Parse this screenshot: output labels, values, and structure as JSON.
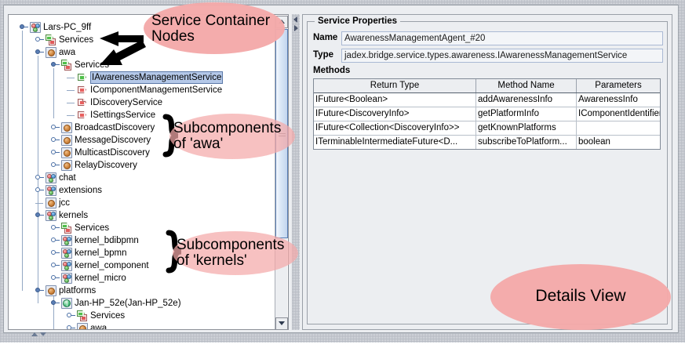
{
  "window": {
    "left_panel_name": "component-tree",
    "right_panel_name": "service-properties"
  },
  "tree": {
    "nodes": [
      {
        "label": "Lars-PC_9ff",
        "depth": 0,
        "icon": "platform-multiball-icon",
        "handle": "expanded",
        "selected": false
      },
      {
        "label": "Services",
        "depth": 1,
        "icon": "services-container-icon",
        "handle": "collapsed",
        "selected": false
      },
      {
        "label": "awa",
        "depth": 1,
        "icon": "component-sphere-icon",
        "handle": "expanded",
        "selected": false
      },
      {
        "label": "Services",
        "depth": 2,
        "icon": "services-container-icon",
        "handle": "expanded",
        "selected": false
      },
      {
        "label": "IAwarenessManagementService",
        "depth": 3,
        "icon": "service-interface-green-icon",
        "handle": "leaf",
        "selected": true
      },
      {
        "label": "IComponentManagementService",
        "depth": 3,
        "icon": "service-interface-red-icon",
        "handle": "leaf",
        "selected": false
      },
      {
        "label": "IDiscoveryService",
        "depth": 3,
        "icon": "service-interface-red-fold-icon",
        "handle": "leaf",
        "selected": false
      },
      {
        "label": "ISettingsService",
        "depth": 3,
        "icon": "service-interface-red-icon",
        "handle": "leaf",
        "selected": false
      },
      {
        "label": "BroadcastDiscovery",
        "depth": 2,
        "icon": "component-sphere-icon",
        "handle": "collapsed",
        "selected": false
      },
      {
        "label": "MessageDiscovery",
        "depth": 2,
        "icon": "component-sphere-icon",
        "handle": "collapsed",
        "selected": false
      },
      {
        "label": "MulticastDiscovery",
        "depth": 2,
        "icon": "component-sphere-icon",
        "handle": "collapsed",
        "selected": false
      },
      {
        "label": "RelayDiscovery",
        "depth": 2,
        "icon": "component-sphere-icon",
        "handle": "collapsed",
        "selected": false
      },
      {
        "label": "chat",
        "depth": 1,
        "icon": "platform-multiball-icon",
        "handle": "collapsed",
        "selected": false
      },
      {
        "label": "extensions",
        "depth": 1,
        "icon": "platform-multiball-icon",
        "handle": "collapsed",
        "selected": false
      },
      {
        "label": "jcc",
        "depth": 1,
        "icon": "component-sphere-icon",
        "handle": "leaf",
        "selected": false
      },
      {
        "label": "kernels",
        "depth": 1,
        "icon": "platform-multiball-icon",
        "handle": "expanded",
        "selected": false
      },
      {
        "label": "Services",
        "depth": 2,
        "icon": "services-container-icon",
        "handle": "collapsed",
        "selected": false
      },
      {
        "label": "kernel_bdibpmn",
        "depth": 2,
        "icon": "platform-multiball-icon",
        "handle": "collapsed",
        "selected": false
      },
      {
        "label": "kernel_bpmn",
        "depth": 2,
        "icon": "platform-multiball-icon",
        "handle": "collapsed",
        "selected": false
      },
      {
        "label": "kernel_component",
        "depth": 2,
        "icon": "platform-multiball-icon",
        "handle": "collapsed",
        "selected": false
      },
      {
        "label": "kernel_micro",
        "depth": 2,
        "icon": "platform-multiball-icon",
        "handle": "collapsed",
        "selected": false
      },
      {
        "label": "platforms",
        "depth": 1,
        "icon": "component-sphere-icon",
        "handle": "expanded",
        "selected": false
      },
      {
        "label": "Jan-HP_52e(Jan-HP_52e)",
        "depth": 2,
        "icon": "remote-platform-globe-icon",
        "handle": "expanded",
        "selected": false
      },
      {
        "label": "Services",
        "depth": 3,
        "icon": "services-container-icon",
        "handle": "collapsed",
        "selected": false
      },
      {
        "label": "awa",
        "depth": 3,
        "icon": "component-sphere-icon",
        "handle": "collapsed",
        "selected": false
      }
    ]
  },
  "details": {
    "group_title": "Service Properties",
    "name_label": "Name",
    "name_value": "AwarenessManagementAgent_#20",
    "type_label": "Type",
    "type_value": "jadex.bridge.service.types.awareness.IAwarenessManagementService",
    "methods_label": "Methods",
    "table": {
      "columns": [
        "Return Type",
        "Method Name",
        "Parameters"
      ],
      "rows": [
        [
          "IFuture<Boolean>",
          "addAwarenessInfo",
          "AwarenessInfo"
        ],
        [
          "IFuture<DiscoveryInfo>",
          "getPlatformInfo",
          "IComponentIdentifier"
        ],
        [
          "IFuture<Collection<DiscoveryInfo>>",
          "getKnownPlatforms",
          ""
        ],
        [
          "ITerminableIntermediateFuture<D...",
          "subscribeToPlatform...",
          "boolean"
        ]
      ]
    }
  },
  "annotations": {
    "service_container": "Service Container\nNodes",
    "subcomponents_awa": "Subcomponents\nof 'awa'",
    "subcomponents_kernels": "Subcomponents\nof 'kernels'",
    "details_view": "Details View",
    "highlight_color": "#f4a9a9",
    "arrow_color": "#000000"
  }
}
